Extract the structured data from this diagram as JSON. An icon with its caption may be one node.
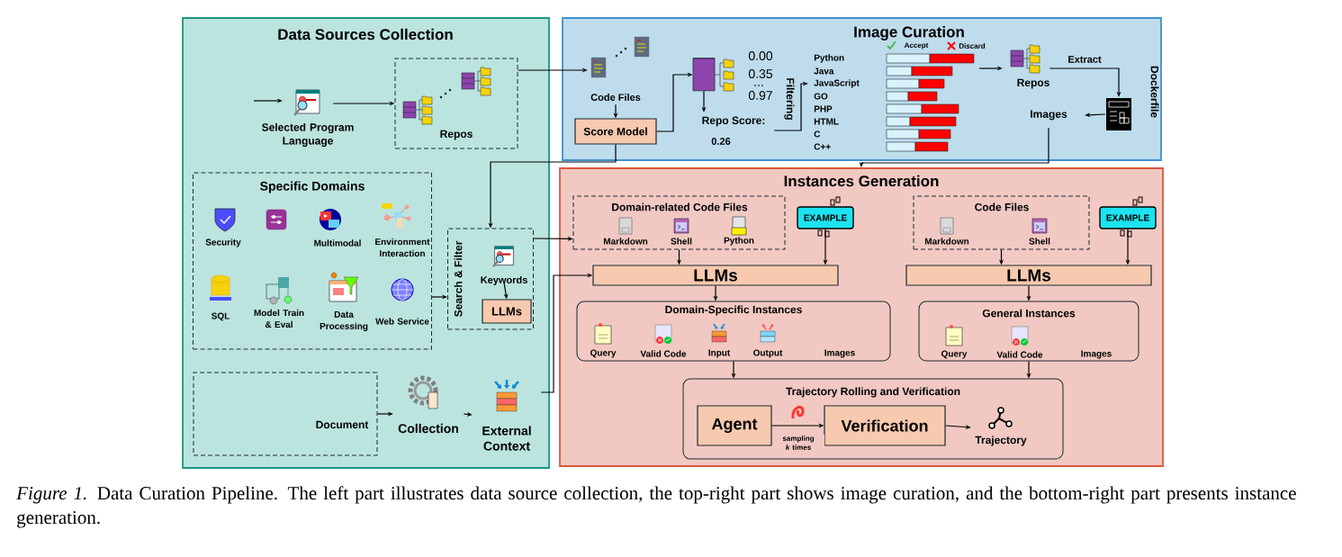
{
  "diagram": {
    "caption": "*Figure 1.* Data Curation Pipeline. The left part illustrates data source collection, the top-right part shows image curation, and the bottom-right part presents instance generation.",
    "nodes": [
      {
        "text": [
          "Data Sources Collection"
        ]
      },
      {
        "text": [
          "Selected Program Language"
        ],
        "in": 0
      },
      {
        "text": [
          "Repos"
        ],
        "in": 0
      },
      {
        "text": [
          "Specific Domains"
        ],
        "in": 0
      },
      {
        "text": [
          "Search & Filter"
        ],
        "in": 0
      },
      {
        "text": [
          "Keywords"
        ],
        "in": 4
      },
      {
        "text": [
          "LLMs"
        ],
        "in": 4
      },
      {
        "text": [
          "Document"
        ],
        "in": 0
      },
      {
        "text": [
          "Collection"
        ],
        "in": 0
      },
      {
        "text": [
          "External Context"
        ],
        "in": 0
      },
      {
        "text": [
          "Image Curation"
        ]
      },
      {
        "text": [
          "Code Files"
        ],
        "in": 10
      },
      {
        "text": [
          "Score Model"
        ],
        "in": 10
      },
      {
        "text": [],
        "shape": "cylinder",
        "in": 10
      },
      {
        "text": [
          "Repo Score:",
          "0.26"
        ],
        "in": 10
      },
      {
        "text": [
          "Python",
          "Java",
          "JavaScript",
          "GO",
          "PHP",
          "HTML",
          "C",
          "C++"
        ],
        "in": 10
      },
      {
        "text": [
          "Repos"
        ],
        "in": 10
      },
      {
        "text": [
          "Dockerfile"
        ],
        "in": 10
      },
      {
        "text": [
          "Images"
        ],
        "in": 10
      },
      {
        "text": [
          "Instances Generation"
        ]
      },
      {
        "text": [
          "Domain-related Code Files",
          "Markdown",
          "Shell",
          "Python"
        ],
        "in": 19
      },
      {
        "text": [
          "EXAMPLE"
        ],
        "in": 19
      },
      {
        "text": [
          "LLMs"
        ],
        "in": 19
      },
      {
        "text": [
          "Code Files",
          "Markdown",
          "Shell"
        ],
        "in": 19
      },
      {
        "text": [
          "EXAMPLE"
        ],
        "in": 19
      },
      {
        "text": [
          "LLMs"
        ],
        "in": 19
      },
      {
        "text": [
          "Domain-Specific Instances",
          "Query",
          "Valid Code",
          "Input",
          "Output",
          "Images"
        ],
        "in": 19
      },
      {
        "text": [
          "General Instances",
          "Query",
          "Valid Code",
          "Images"
        ],
        "in": 19
      },
      {
        "text": [
          "Trajectory Rolling and Verification"
        ],
        "in": 19
      },
      {
        "text": [
          "Agent"
        ],
        "in": 28
      },
      {
        "text": [
          "Verification"
        ],
        "in": 28
      },
      {
        "text": [
          "Trajectory"
        ],
        "in": 28
      }
    ],
    "edges": [
      {
        "from": null,
        "to": 1,
        "arrow": "to"
      },
      {
        "from": 1,
        "to": 2,
        "arrow": "to"
      },
      {
        "from": 2,
        "to": 11,
        "arrow": "to"
      },
      {
        "from": 11,
        "to": 12,
        "arrow": "to"
      },
      {
        "from": 12,
        "to": 13,
        "arrow": "to"
      },
      {
        "from": 13,
        "to": 14,
        "arrow": "to"
      },
      {
        "from": 14,
        "to": 15,
        "arrow": "to",
        "label": "Filtering"
      },
      {
        "from": 15,
        "to": 16,
        "arrow": "to"
      },
      {
        "from": 16,
        "to": 17,
        "arrow": "to",
        "label": "Extract"
      },
      {
        "from": 17,
        "to": 18,
        "arrow": "to"
      },
      {
        "from": 12,
        "to": 4,
        "arrow": "to"
      },
      {
        "from": 3,
        "to": 4,
        "arrow": "to"
      },
      {
        "from": 5,
        "to": 6,
        "arrow": "to"
      },
      {
        "from": 7,
        "to": 8,
        "arrow": "to"
      },
      {
        "from": 8,
        "to": 9,
        "arrow": "to"
      },
      {
        "from": 4,
        "to": 20,
        "arrow": "to"
      },
      {
        "from": 9,
        "to": 22,
        "arrow": "to"
      },
      {
        "from": 18,
        "to": 19,
        "arrow": "to"
      },
      {
        "from": 20,
        "to": 22,
        "arrow": "to"
      },
      {
        "from": 21,
        "to": 22,
        "arrow": "to"
      },
      {
        "from": 23,
        "to": 25,
        "arrow": "to"
      },
      {
        "from": 24,
        "to": 25,
        "arrow": "to"
      },
      {
        "from": 22,
        "to": 26,
        "arrow": "to"
      },
      {
        "from": 25,
        "to": 27,
        "arrow": "to"
      },
      {
        "from": 26,
        "to": 28,
        "arrow": "to"
      },
      {
        "from": 27,
        "to": 28,
        "arrow": "to"
      },
      {
        "from": 29,
        "to": 30,
        "arrow": "to",
        "label": "sampling *k* times"
      },
      {
        "from": 30,
        "to": 31,
        "arrow": "to"
      }
    ],
    "labels": [
      "Security",
      "Multimodal",
      "Environment Interaction",
      "SQL",
      "Model Train & Eval",
      "Data Processing",
      "Web Service",
      "0.00",
      "0.35",
      "...",
      "0.97"
    ],
    "legend": [
      {
        "text": "Accept"
      },
      {
        "text": "Discard"
      }
    ]
  }
}
